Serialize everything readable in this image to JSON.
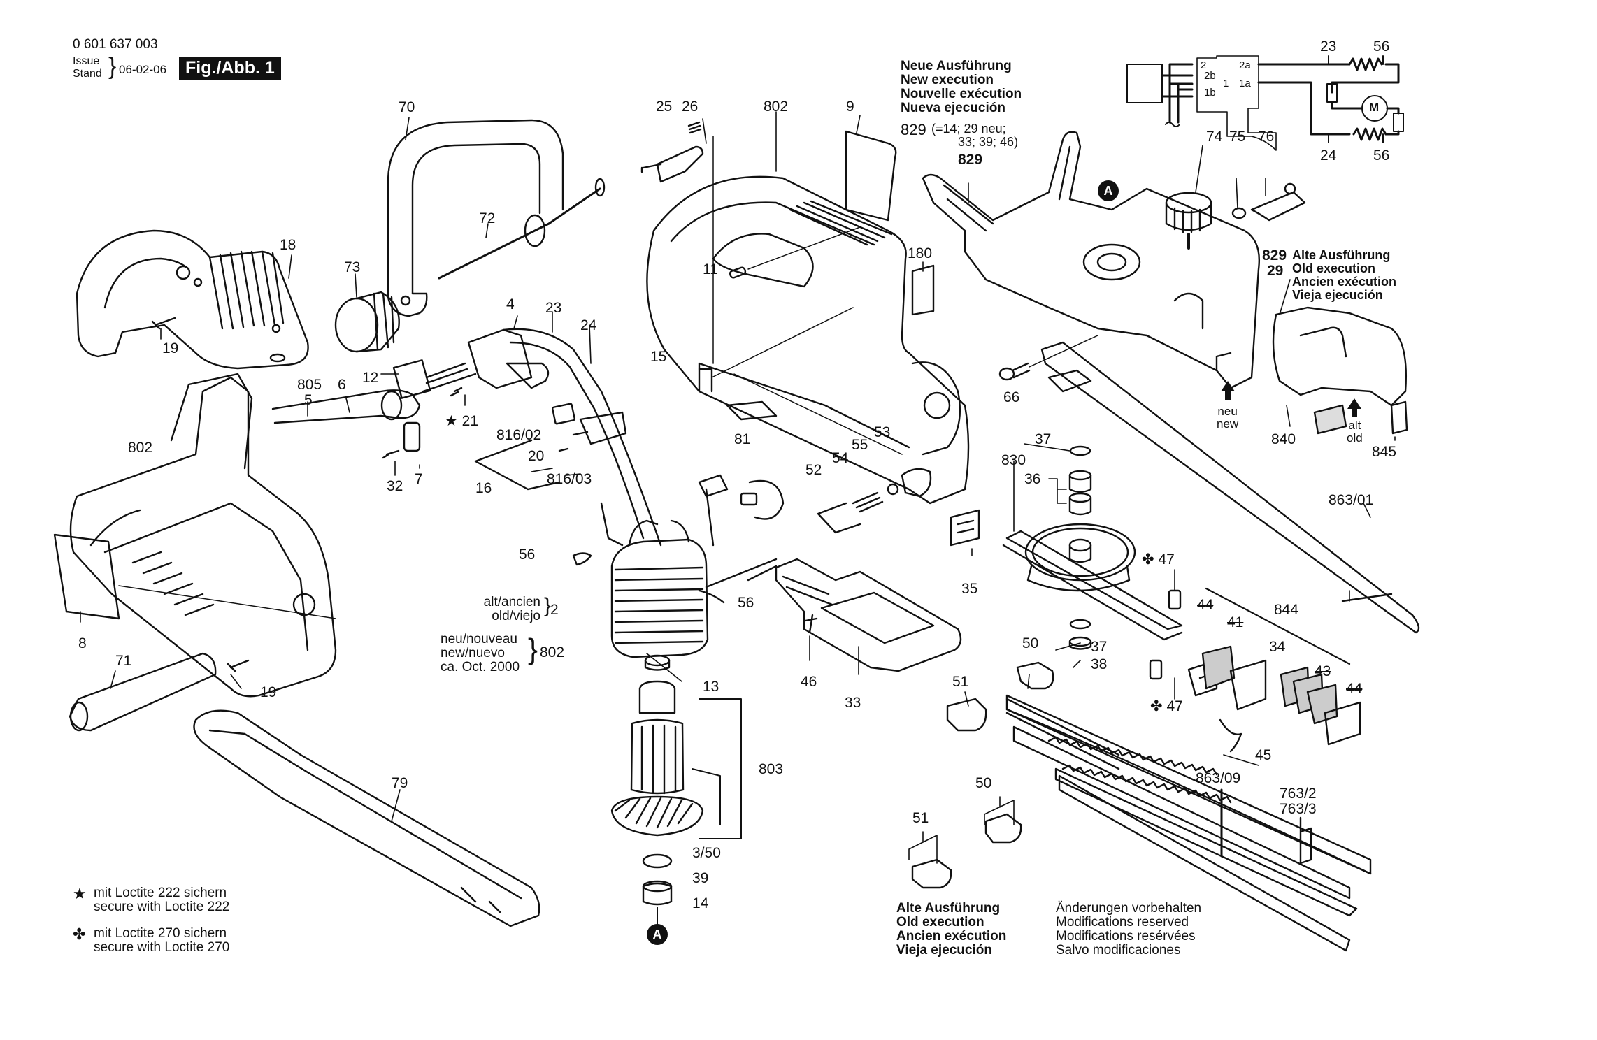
{
  "header": {
    "part_number": "0 601 637 003",
    "issue_label": "Issue",
    "stand_label": "Stand",
    "date": "06-02-06",
    "figure_title": "Fig./Abb. 1"
  },
  "notes": {
    "new_execution": [
      "Neue Ausführung",
      "New execution",
      "Nouvelle exécution",
      "Nueva ejecución"
    ],
    "new_execution_ref": "829",
    "new_execution_ref_detail": [
      "(=14; 29 neu;",
      "33; 39; 46)"
    ],
    "new_execution_part": "829",
    "old_execution_top": [
      "Alte Ausführung",
      "Old execution",
      "Ancien exécution",
      "Vieja ejecución"
    ],
    "old_execution_top_refs": [
      "829",
      "29"
    ],
    "old_execution_bottom": [
      "Alte Ausführung",
      "Old execution",
      "Ancien exécution",
      "Vieja ejecución"
    ],
    "modifications": [
      "Änderungen vorbehalten",
      "Modifications reserved",
      "Modifications resérvées",
      "Salvo modificaciones"
    ],
    "stator_old": [
      "alt/ancien",
      "old/viejo"
    ],
    "stator_old_part": "2",
    "stator_new": [
      "neu/nouveau",
      "new/nuevo",
      "ca. Oct. 2000"
    ],
    "stator_new_part": "802",
    "neu_new": [
      "neu",
      "new"
    ],
    "alt_old": [
      "alt",
      "old"
    ]
  },
  "legend": [
    {
      "symbol": "star-icon",
      "glyph": "★",
      "lines": [
        "mit Loctite 222 sichern",
        "secure with Loctite 222"
      ]
    },
    {
      "symbol": "clover-icon",
      "glyph": "✤",
      "lines": [
        "mit Loctite 270 sichern",
        "secure with Loctite 270"
      ]
    }
  ],
  "wiring": {
    "terminals_left": [
      "2",
      "2b",
      "1",
      "1b"
    ],
    "terminals_right": [
      "2a",
      "1a"
    ],
    "motor_label": "M",
    "ac_symbol": "~",
    "top_labels": [
      "23",
      "56"
    ],
    "bottom_labels": [
      "24",
      "56"
    ]
  },
  "reference_marker": "A",
  "part_labels": {
    "p70": "70",
    "p18": "18",
    "p19a": "19",
    "p73": "73",
    "p72": "72",
    "p4": "4",
    "p23": "23",
    "p24": "24",
    "p12": "12",
    "p805": "805",
    "p5": "5",
    "p6": "6",
    "p21": "21",
    "p32": "32",
    "p7": "7",
    "p816_02": "816/02",
    "p20": "20",
    "p816_03": "816/03",
    "p16": "16",
    "p802a": "802",
    "p8": "8",
    "p71": "71",
    "p19b": "19",
    "p79": "79",
    "p25": "25",
    "p26": "26",
    "p802b": "802",
    "p9": "9",
    "p11": "11",
    "p180": "180",
    "p15": "15",
    "p81": "81",
    "p53": "53",
    "p55": "55",
    "p54": "54",
    "p52": "52",
    "p56a": "56",
    "p56b": "56",
    "p13": "13",
    "p803": "803",
    "p3_50": "3/50",
    "p39": "39",
    "p14": "14",
    "p35": "35",
    "p46": "46",
    "p33": "33",
    "p51a": "51",
    "p51b": "51",
    "p50a": "50",
    "p50b": "50",
    "p829": "829",
    "p74": "74",
    "p75": "75",
    "p76": "76",
    "p66": "66",
    "p37a": "37",
    "p830": "830",
    "p36": "36",
    "p37b": "37",
    "p38": "38",
    "p47a": "47",
    "p47b": "47",
    "p840": "840",
    "p845": "845",
    "p863_01": "863/01",
    "p844": "844",
    "p44a": "44",
    "p41": "41",
    "p34": "34",
    "p43": "43",
    "p44b": "44",
    "p45": "45",
    "p863_09": "863/09",
    "p763_2": "763/2",
    "p763_3": "763/3"
  }
}
